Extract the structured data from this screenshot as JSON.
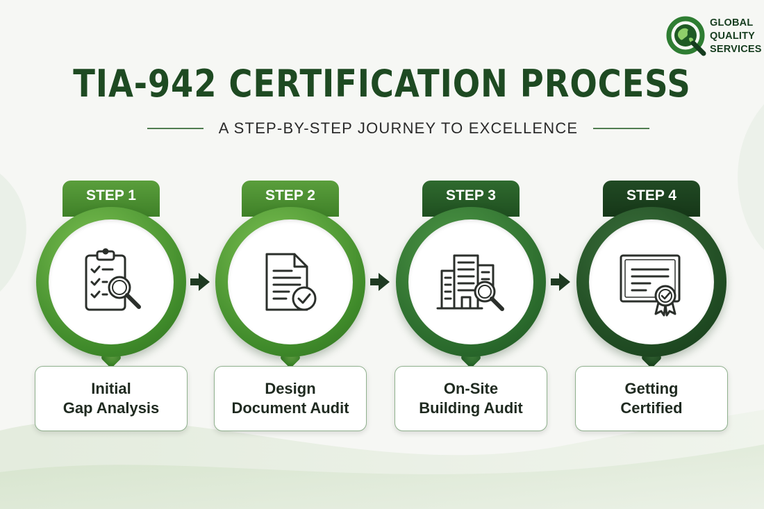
{
  "logo": {
    "lines": [
      "GLOBAL",
      "QUALITY",
      "SERVICES"
    ]
  },
  "title": "TIA-942 CERTIFICATION PROCESS",
  "subtitle": "A STEP-BY-STEP JOURNEY TO EXCELLENCE",
  "steps": [
    {
      "tab": "STEP 1",
      "line1": "Initial",
      "line2": "Gap Analysis",
      "icon": "clipboard-magnifier-icon"
    },
    {
      "tab": "STEP 2",
      "line1": "Design",
      "line2": "Document Audit",
      "icon": "document-check-icon"
    },
    {
      "tab": "STEP 3",
      "line1": "On-Site",
      "line2": "Building Audit",
      "icon": "building-magnifier-icon"
    },
    {
      "tab": "STEP 4",
      "line1": "Getting",
      "line2": "Certified",
      "icon": "certificate-icon"
    }
  ],
  "colors": {
    "title": "#1e4a22",
    "step_light": "#4f9232",
    "step_mid": "#2a6a2c",
    "step_dark": "#1f4a22",
    "arrow": "#1f3a22"
  }
}
